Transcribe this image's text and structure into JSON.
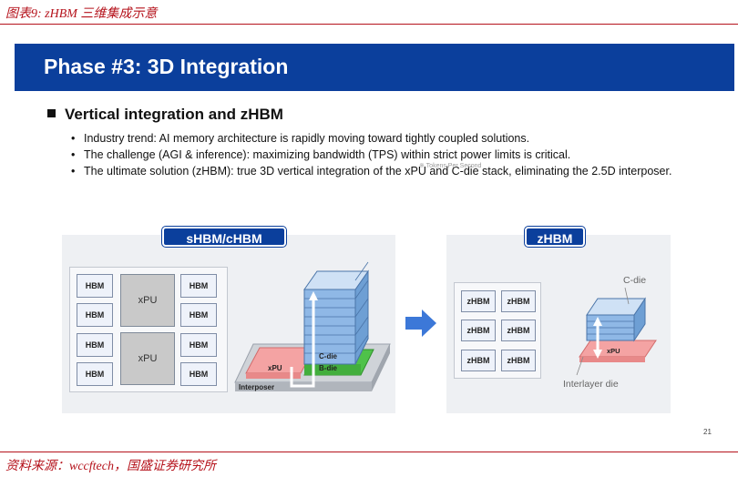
{
  "figure_caption": "图表9: zHBM 三维集成示意",
  "slide": {
    "title": "Phase #3: 3D Integration",
    "section_heading": "Vertical integration and zHBM",
    "bullets": [
      "Industry trend: AI memory architecture is rapidly moving toward tightly coupled solutions.",
      "The challenge (AGI & inference): maximizing bandwidth (TPS) within strict power limits is critical.",
      "The ultimate solution (zHBM): true 3D vertical integration of the xPU and C-die stack, eliminating the 2.5D interposer."
    ],
    "tps_note": "※ Tokens Per Second",
    "page_number": "21"
  },
  "left_diagram": {
    "title": "sHBM/cHBM",
    "hbm_label": "HBM",
    "xpu_label": "xPU",
    "stack": {
      "cdie": "C-die",
      "bdie": "B-die",
      "xpu": "xPU",
      "interposer": "Interposer"
    }
  },
  "right_diagram": {
    "title": "zHBM",
    "zhbm_label": "zHBM",
    "cdie_label": "C-die",
    "xpu_label": "xPU",
    "interlayer_label": "Interlayer die"
  },
  "source": "资料来源：wccftech，国盛证券研究所",
  "colors": {
    "brand_red": "#b5121b",
    "title_blue": "#0b3f9c",
    "cdie_blue": "#8fb8e6",
    "bdie_green": "#4fc24a",
    "xpu_pink": "#f4a3a3"
  }
}
